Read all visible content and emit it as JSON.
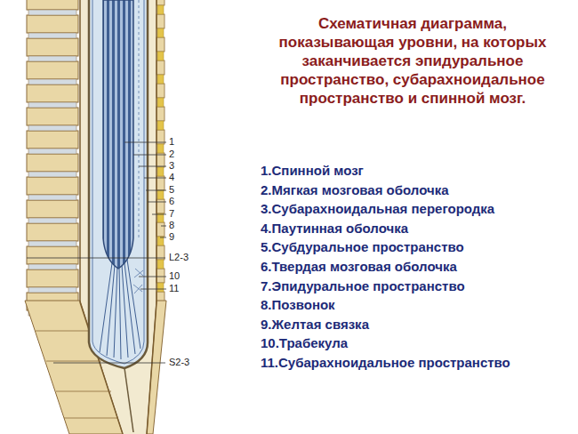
{
  "diagram": {
    "title": "Схематичная диаграмма, показывающая уровни, на которых заканчивается эпидуральное пространство, субарахноидальное пространство и спинной мозг.",
    "labels": [
      "1",
      "2",
      "3",
      "4",
      "5",
      "6",
      "7",
      "8",
      "9",
      "L2-3",
      "10",
      "11",
      "S2-3",
      "1.Спинной мозг",
      "2.Мягкая мозговая оболочка",
      "3.Субарахноидальная перегородка",
      "4.Паутинная оболочка",
      "5.Субдуральное пространство",
      "6.Твердая мозговая оболочка",
      "7.Эпидуральное пространство",
      "8.Позвонок",
      "9.Желтая связка",
      "10.Трабекула",
      "11.Субарахноидальное пространство"
    ]
  }
}
